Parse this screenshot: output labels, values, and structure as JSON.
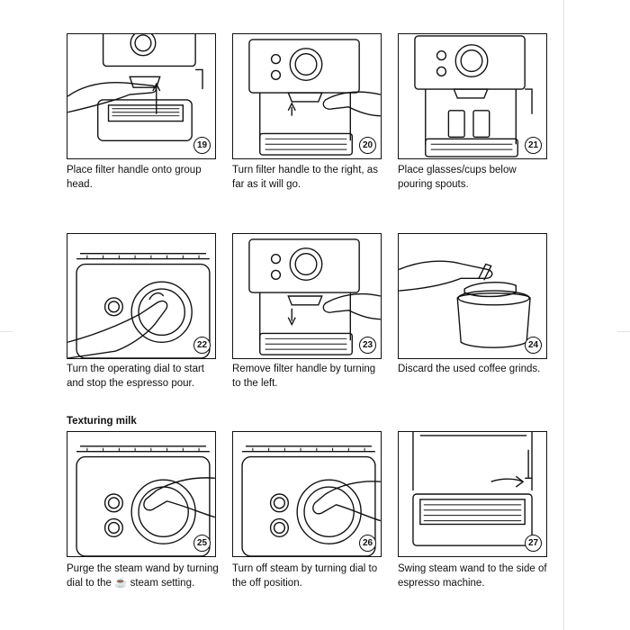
{
  "section_heading": "Texturing milk",
  "steps": [
    {
      "number": "19",
      "caption": "Place filter handle onto group head."
    },
    {
      "number": "20",
      "caption": "Turn filter handle to the right, as far as it will go."
    },
    {
      "number": "21",
      "caption": "Place glasses/cups below pouring spouts."
    },
    {
      "number": "22",
      "caption": "Turn the operating dial to start and stop the espresso pour."
    },
    {
      "number": "23",
      "caption": "Remove filter handle by turning to the left."
    },
    {
      "number": "24",
      "caption": "Discard the used coffee grinds."
    },
    {
      "number": "25",
      "caption": "Purge the steam wand by turning dial to the ☕ steam setting."
    },
    {
      "number": "26",
      "caption": "Turn off steam by turning dial to the off position."
    },
    {
      "number": "27",
      "caption": "Swing steam wand to the side of espresso machine."
    }
  ]
}
